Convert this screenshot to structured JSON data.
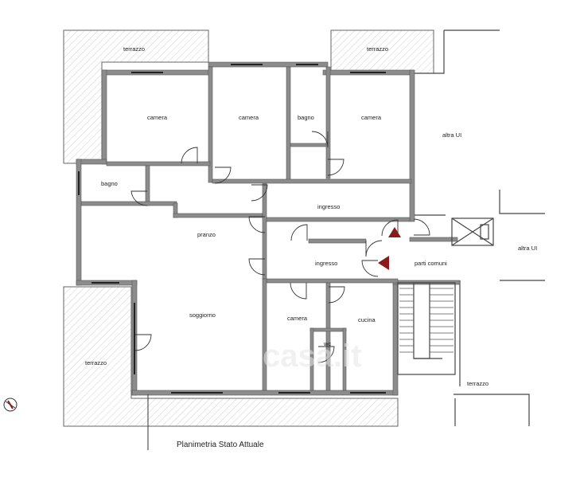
{
  "plan": {
    "caption": "Planimetria Stato Attuale",
    "watermark": "casa.it",
    "rooms": {
      "terrazzo_top_left": "terrazzo",
      "terrazzo_top_right": "terrazzo",
      "camera_1": "camera",
      "camera_2": "camera",
      "bagno_top": "bagno",
      "camera_3": "camera",
      "altra_ui_right": "altra UI",
      "bagno_left": "bagno",
      "ingresso_upper": "ingresso",
      "pranzo": "pranzo",
      "ingresso_lower": "ingresso",
      "parti_comuni": "parti comuni",
      "altra_ui_lower": "altra UI",
      "soggiorno": "soggiorno",
      "camera_4": "camera",
      "cucina": "cucina",
      "wc": "wc",
      "terrazzo_bottom_left": "terrazzo",
      "terrazzo_bottom_right": "terrazzo"
    },
    "colors": {
      "walls": "#8c8c8c",
      "entry_marker": "#8b1a1a"
    }
  }
}
